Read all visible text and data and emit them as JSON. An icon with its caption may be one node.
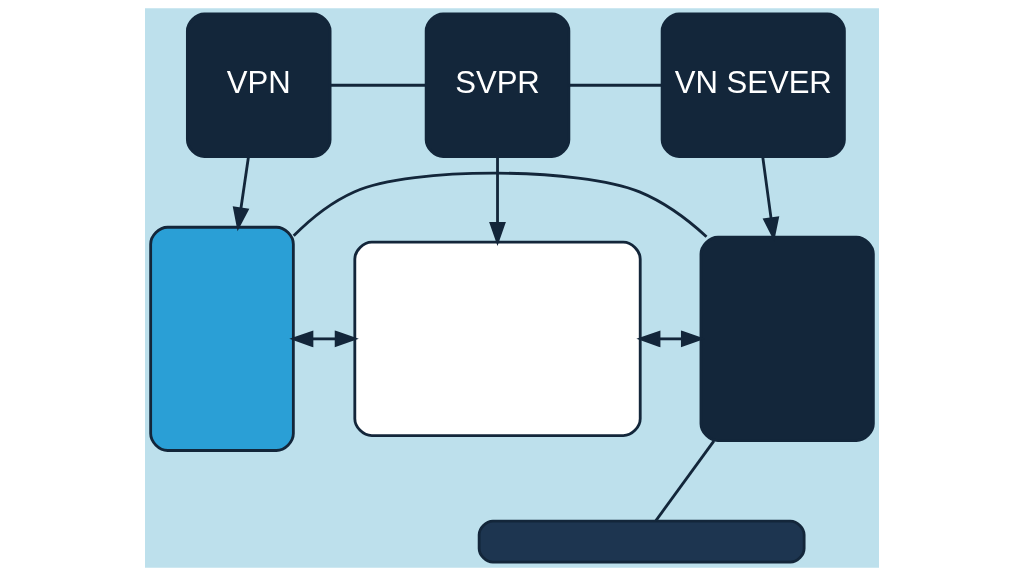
{
  "diagram": {
    "nodes": [
      {
        "text": [
          "VPN"
        ]
      },
      {
        "text": [
          "SVPR"
        ]
      },
      {
        "text": [
          "VN SEVER"
        ]
      },
      {
        "text": [],
        "shape": "box"
      },
      {
        "text": [],
        "shape": "box"
      },
      {
        "text": [],
        "shape": "box"
      },
      {
        "text": [],
        "shape": "box"
      }
    ],
    "edges": [
      {
        "from": 0,
        "to": 1,
        "arrow": "none"
      },
      {
        "from": 1,
        "to": 2,
        "arrow": "none"
      },
      {
        "from": 0,
        "to": 3,
        "arrow": "to"
      },
      {
        "from": 1,
        "to": 4,
        "arrow": "to"
      },
      {
        "from": 2,
        "to": 5,
        "arrow": "to"
      },
      {
        "from": 4,
        "to": 3,
        "arrow": "both"
      },
      {
        "from": 4,
        "to": 5,
        "arrow": "both"
      },
      {
        "from": 3,
        "to": 5,
        "arrow": "none"
      },
      {
        "from": 6,
        "to": 5,
        "arrow": "none"
      }
    ]
  }
}
